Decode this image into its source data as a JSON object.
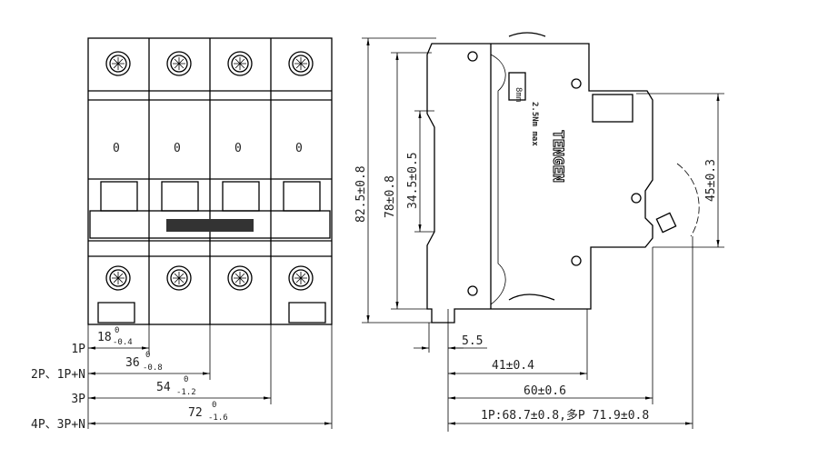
{
  "front_view": {
    "pole_marks": [
      "0",
      "0",
      "0",
      "0"
    ],
    "width_dims": [
      {
        "pole_label": "1P",
        "nominal": "18",
        "upper_tol": "0",
        "lower_tol": "-0.4"
      },
      {
        "pole_label": "2P、1P+N",
        "nominal": "36",
        "upper_tol": "0",
        "lower_tol": "-0.8"
      },
      {
        "pole_label": "3P",
        "nominal": "54",
        "upper_tol": "0",
        "lower_tol": "-1.2"
      },
      {
        "pole_label": "4P、3P+N",
        "nominal": "72",
        "upper_tol": "0",
        "lower_tol": "-1.6"
      }
    ]
  },
  "side_view": {
    "brand": "TENGEN",
    "torque_label": "2.5Nm max",
    "strip_label": "8mm",
    "vertical_dims": [
      "82.5±0.8",
      "78±0.8",
      "34.5±0.5",
      "45±0.3"
    ],
    "horizontal_dims": [
      "5.5",
      "41±0.4",
      "60±0.6",
      "1P:68.7±0.8,多P 71.9±0.8"
    ]
  }
}
